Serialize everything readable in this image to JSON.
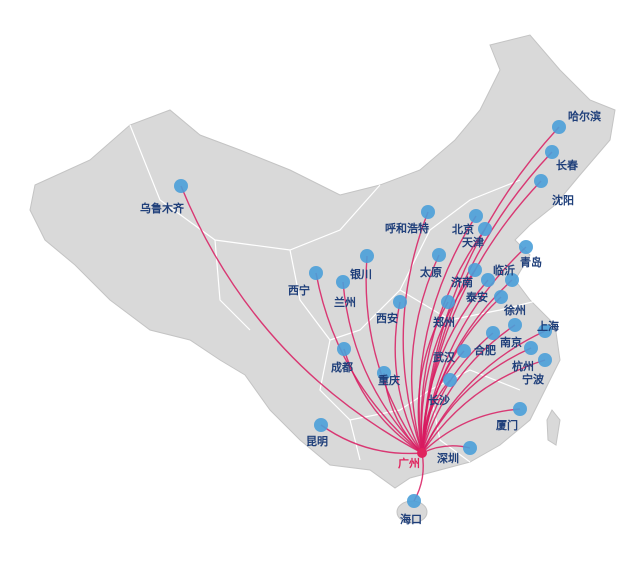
{
  "map": {
    "hub": "广州",
    "colors": {
      "land": "#d9d9d9",
      "border": "#ffffff",
      "route": "#d81b60",
      "dot": "#4a9fd8",
      "label": "#1f3f7a",
      "hub": "#e0245e"
    },
    "cities": [
      {
        "name": "乌鲁木齐"
      },
      {
        "name": "哈尔滨"
      },
      {
        "name": "长春"
      },
      {
        "name": "沈阳"
      },
      {
        "name": "呼和浩特"
      },
      {
        "name": "北京"
      },
      {
        "name": "天津"
      },
      {
        "name": "青岛"
      },
      {
        "name": "太原"
      },
      {
        "name": "济南"
      },
      {
        "name": "临沂"
      },
      {
        "name": "泰安"
      },
      {
        "name": "徐州"
      },
      {
        "name": "西安"
      },
      {
        "name": "郑州"
      },
      {
        "name": "上海"
      },
      {
        "name": "南京"
      },
      {
        "name": "合肥"
      },
      {
        "name": "武汉"
      },
      {
        "name": "杭州"
      },
      {
        "name": "宁波"
      },
      {
        "name": "西宁"
      },
      {
        "name": "银川"
      },
      {
        "name": "兰州"
      },
      {
        "name": "成都"
      },
      {
        "name": "重庆"
      },
      {
        "name": "长沙"
      },
      {
        "name": "厦门"
      },
      {
        "name": "深圳"
      },
      {
        "name": "昆明"
      },
      {
        "name": "海口"
      }
    ]
  }
}
